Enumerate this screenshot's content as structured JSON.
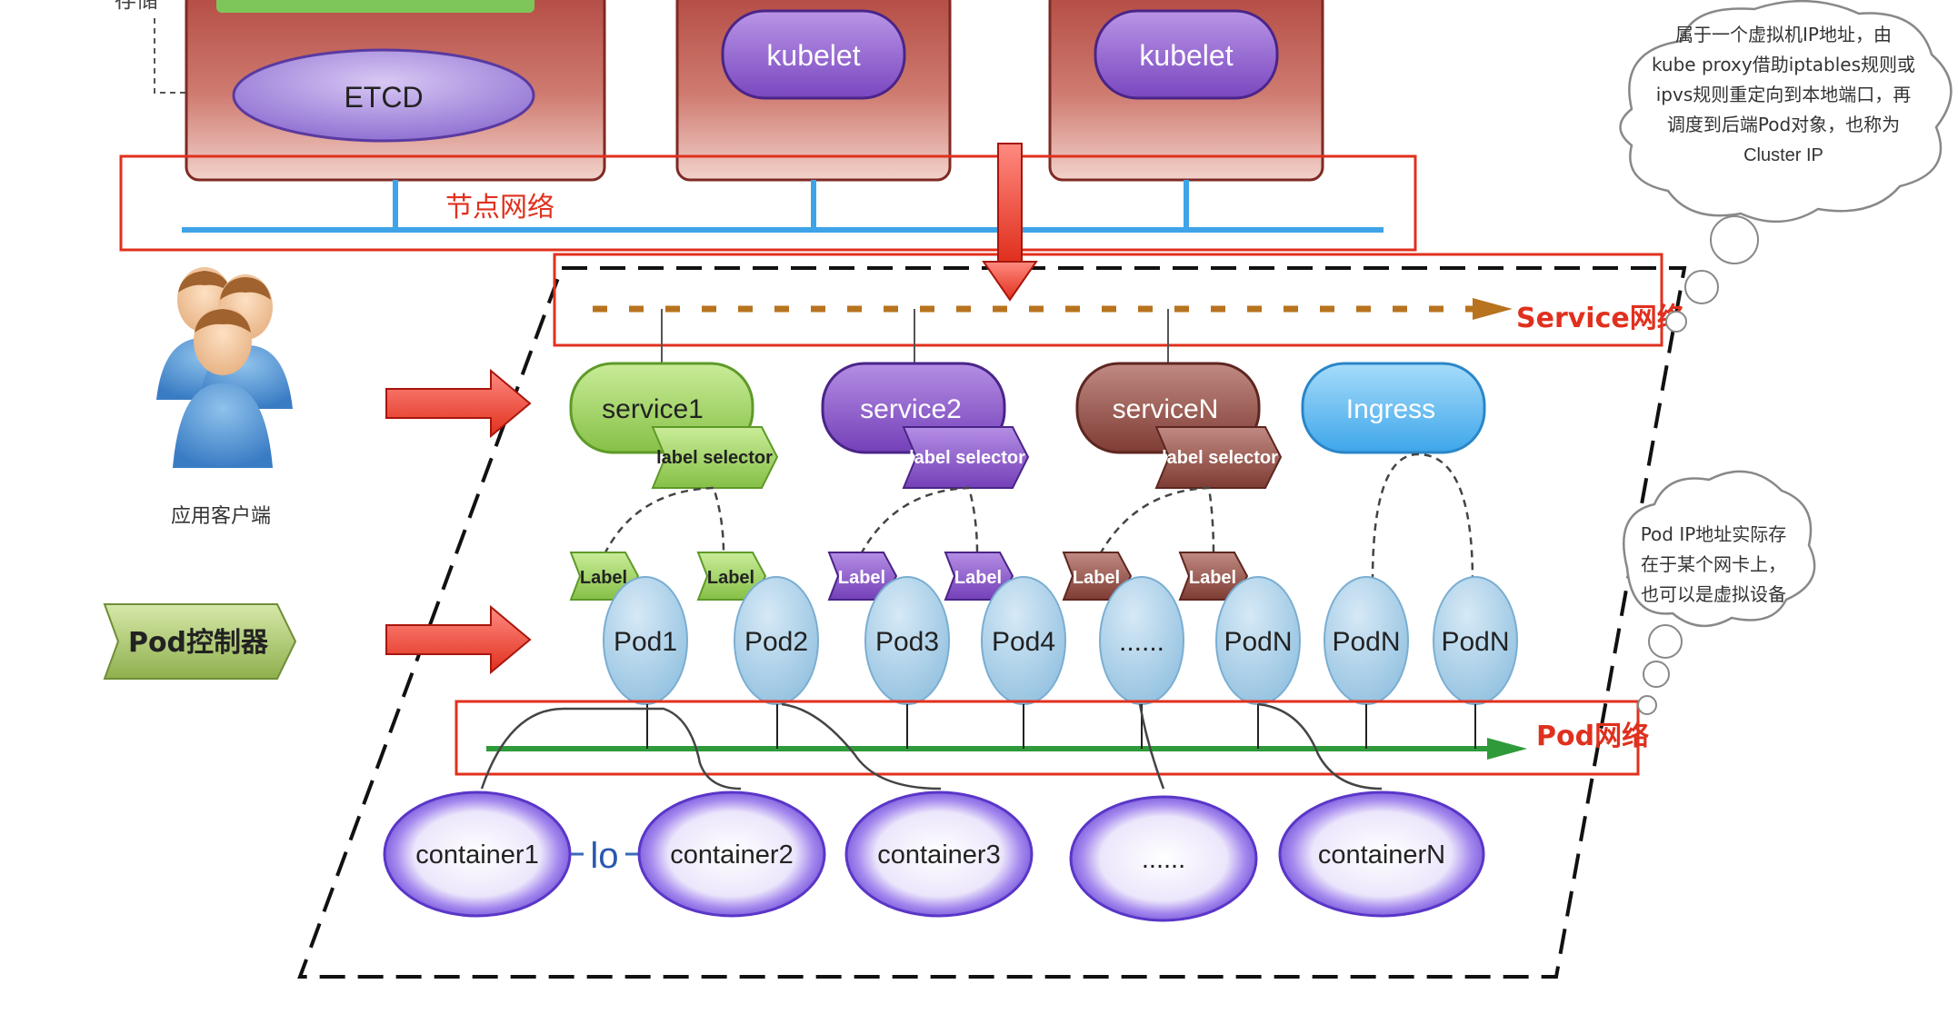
{
  "top_partial_label": "存储",
  "etcd": "ETCD",
  "kubelet_labels": [
    "kubelet",
    "kubelet"
  ],
  "node_network": "节点网络",
  "service_network": "Service网络",
  "pod_network": "Pod网络",
  "client_label": "应用客户端",
  "pod_controller": "Pod控制器",
  "services": [
    "service1",
    "service2",
    "serviceN"
  ],
  "ingress": "Ingress",
  "label_selector": "label selector",
  "pod_label": "Label",
  "pods": [
    "Pod1",
    "Pod2",
    "Pod3",
    "Pod4",
    "......",
    "PodN",
    "PodN",
    "PodN"
  ],
  "containers": [
    "container1",
    "container2",
    "container3",
    "......",
    "containerN"
  ],
  "lo": "lo",
  "cloud_top": [
    "属于一个虚拟机IP地址，由",
    "kube proxy借助iptables规则或",
    "ipvs规则重定向到本地端口，再",
    "调度到后端Pod对象，也称为",
    "Cluster IP"
  ],
  "cloud_bottom": [
    "Pod IP地址实际存",
    "在于某个网卡上，",
    "也可以是虚拟设备"
  ],
  "colors": {
    "red_frame": "#e0301e",
    "node_line": "#3fa3e8",
    "pod_line": "#2f9a3a",
    "service1": "#9ad05a",
    "service2": "#8a55c4",
    "serviceN": "#8f4a42",
    "ingress": "#58b6f0",
    "pod": "#a9cde6",
    "container": "#8a6ee0"
  }
}
